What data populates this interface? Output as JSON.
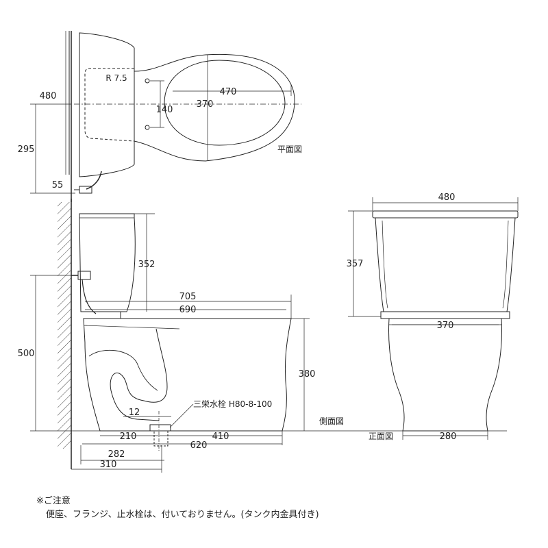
{
  "views": {
    "plan": "平面図",
    "side": "側面図",
    "front": "正面図"
  },
  "plan_dims": {
    "depth": "480",
    "to_center": "295",
    "to_pipe": "55",
    "radius": "R 7.5",
    "hole_span": "140",
    "bowl_len": "470",
    "bowl_width": "370"
  },
  "side_dims": {
    "tank_height": "352",
    "overall_depth": "705",
    "bowl_depth": "690",
    "supply_height": "500",
    "bowl_height": "380",
    "drain_offset": "12",
    "drain_to_wall": "210",
    "floor_to_front": "410",
    "drain_outer": "620",
    "supply_wall": "282",
    "wall_total": "310",
    "valve_note": "三栄水栓 H80-8-100"
  },
  "front_dims": {
    "tank_width": "480",
    "tank_height": "357",
    "bowl_width": "370",
    "base_width": "280"
  },
  "notice": {
    "title": "※ご注意",
    "text": "便座、フランジ、止水栓は、付いておりません。(タンク内金具付き)"
  }
}
